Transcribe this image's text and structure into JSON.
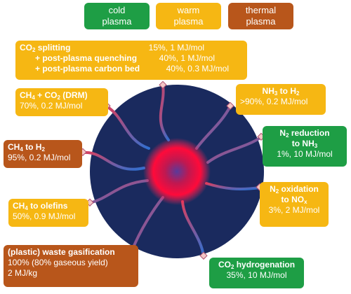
{
  "legend": {
    "cold": "cold\nplasma",
    "warm": "warm\nplasma",
    "thermal": "thermal\nplasma"
  },
  "processes": {
    "co2_splitting": {
      "title": "CO2 splitting",
      "value": "15%, 1 MJ/mol",
      "sub1_title": "+ post-plasma quenching",
      "sub1_value": "40%, 1 MJ/mol",
      "sub2_title": "+ post-plasma carbon bed",
      "sub2_value": "40%, 0.3 MJ/mol"
    },
    "drm": {
      "title": "CH4 + CO2 (DRM)",
      "value": "70%, 0.2 MJ/mol"
    },
    "ch4_h2": {
      "title": "CH4 to H2",
      "value": "95%, 0.2 MJ/mol"
    },
    "ch4_olefins": {
      "title": "CH4 to olefins",
      "value": "50%, 0.9 MJ/mol"
    },
    "gasification": {
      "title": "(plastic) waste gasification",
      "value1": "100% (80% gaseous yield)",
      "value2": "2 MJ/kg"
    },
    "nh3_h2": {
      "title": "NH3 to H2",
      "value": ">90%, 0.2 MJ/mol"
    },
    "n2_reduction": {
      "title1": "N2 reduction",
      "title2": "to NH3",
      "value": "1%, 10 MJ/mol"
    },
    "n2_oxidation": {
      "title1": "N2 oxidation",
      "title2": "to NOx",
      "value": "3%, 2 MJ/mol"
    },
    "co2_hydrogenation": {
      "title": "CO2 hydrogenation",
      "value": "35%, 10 MJ/mol"
    }
  },
  "colors": {
    "cold": "#1e9e45",
    "warm": "#f6b713",
    "thermal": "#b8561b",
    "circle": "#1a2a5e",
    "core": "#e8003a"
  }
}
